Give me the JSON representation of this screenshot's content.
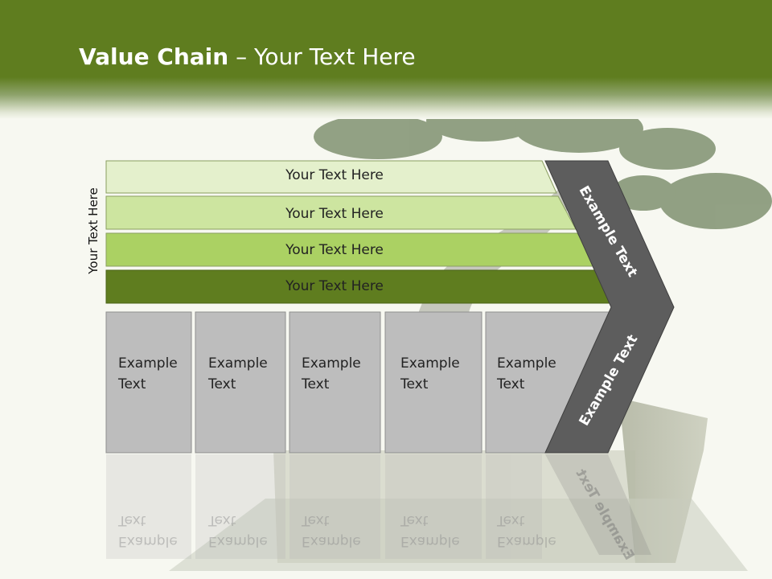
{
  "slide": {
    "title_bold": "Value Chain",
    "title_rest": " – Your Text Here",
    "side_label": "Your Text Here",
    "bands": [
      "Your Text Here",
      "Your Text Here",
      "Your Text Here",
      "Your Text Here"
    ],
    "boxes": [
      {
        "line1": "Example",
        "line2": "Text"
      },
      {
        "line1": "Example",
        "line2": "Text"
      },
      {
        "line1": "Example",
        "line2": "Text"
      },
      {
        "line1": "Example",
        "line2": "Text"
      },
      {
        "line1": "Example",
        "line2": "Text"
      }
    ],
    "chevron_upper": "Example Text",
    "chevron_lower": "Example Text"
  },
  "colors": {
    "header_green": "#5f7d1f",
    "band1": "#e4f0cc",
    "band2": "#cde5a0",
    "band3": "#abd163",
    "band4": "#5f7d1f",
    "box_gray": "#bdbdbd",
    "chevron_gray": "#5d5d5d"
  }
}
